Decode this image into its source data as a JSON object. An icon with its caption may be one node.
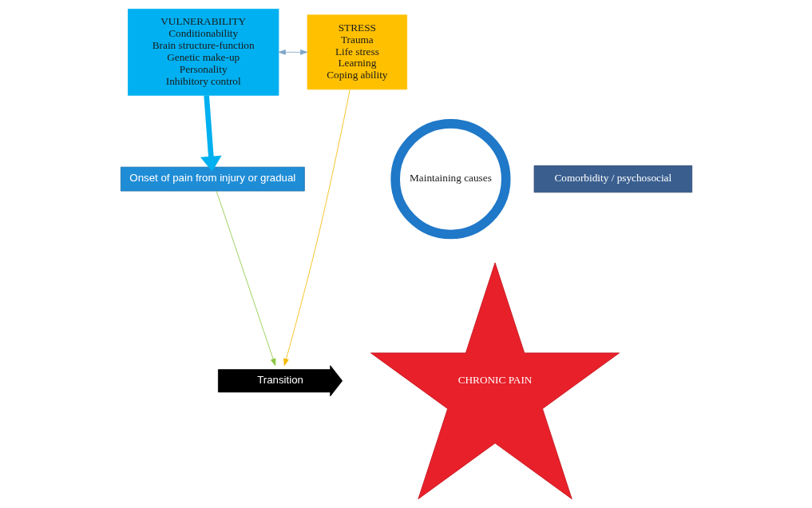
{
  "diagram": {
    "nodes": [
      {
        "text": [
          "VULNERABILITY",
          "Conditionability",
          "Brain structure-function",
          "Genetic make-up",
          "Personality",
          "Inhibitory control"
        ]
      },
      {
        "text": [
          "STRESS",
          "Trauma",
          "Life stress",
          "Learning",
          "Coping ability"
        ]
      },
      {
        "text": [
          "Maintaining causes"
        ]
      },
      {
        "text": [
          "Comorbidity / psychosocial"
        ]
      },
      {
        "text": [
          "Onset of pain from injury or gradual"
        ]
      },
      {
        "text": [
          "Transition"
        ]
      },
      {
        "text": [
          "CHRONIC PAIN"
        ]
      }
    ],
    "edges": [
      {
        "from": 0,
        "to": 1,
        "arrow": "both",
        "color": "#7fa7c9"
      },
      {
        "from": 0,
        "to": 4,
        "arrow": "to",
        "style": "thick",
        "color": "#00b0f0"
      },
      {
        "from": 4,
        "to": 5,
        "arrow": "to",
        "color": "#8cc63f"
      },
      {
        "from": 1,
        "to": 5,
        "arrow": "to",
        "color": "#f5b800"
      }
    ]
  }
}
